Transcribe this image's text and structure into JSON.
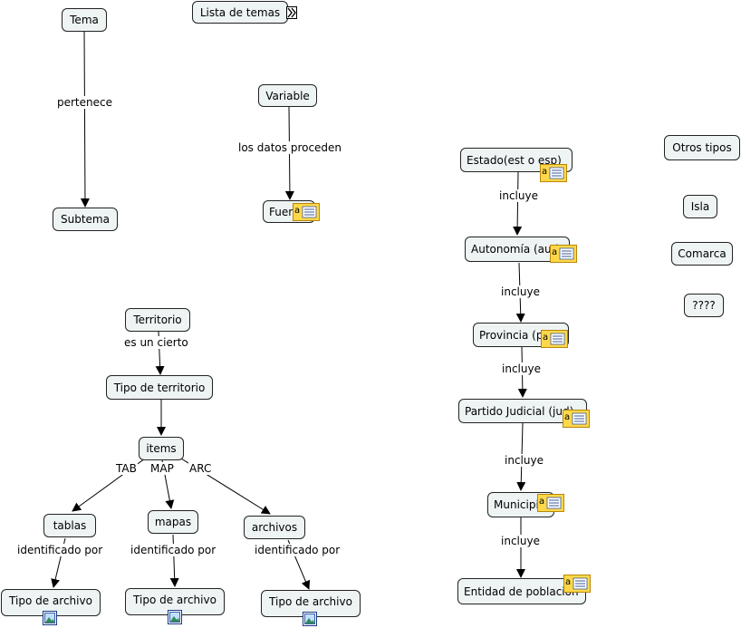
{
  "nodes": {
    "tema": "Tema",
    "lista_temas": "Lista de temas",
    "subtema": "Subtema",
    "variable": "Variable",
    "fuente": "Fuente",
    "estado": "Estado(est o esp)",
    "autonomia": "Autonomía (aut)",
    "provincia": "Provincia (pro)",
    "partido": "Partido Judicial (jud)",
    "municipio": "Municipio",
    "entidad": "Entidad de poblacion",
    "otros_tipos": "Otros tipos",
    "isla": "Isla",
    "comarca": "Comarca",
    "interrog": "????",
    "territorio": "Territorio",
    "tipo_territorio": "Tipo de territorio",
    "items": "items",
    "tablas": "tablas",
    "mapas": "mapas",
    "archivos": "archivos",
    "tipo_archivo_1": "Tipo de archivo",
    "tipo_archivo_2": "Tipo de archivo",
    "tipo_archivo_3": "Tipo de archivo"
  },
  "links": {
    "pertenece": "pertenece",
    "datos_proceden": "los datos proceden",
    "incluye_1": "incluye",
    "incluye_2": "incluye",
    "incluye_3": "incluye",
    "incluye_4": "incluye",
    "incluye_5": "incluye",
    "es_un_cierto": "es un cierto",
    "tab": "TAB",
    "map": "MAP",
    "arc": "ARC",
    "identificado_1": "identificado por",
    "identificado_2": "identificado por",
    "identificado_3": "identificado por"
  },
  "icons": {
    "note": "note-icon",
    "image": "image-icon",
    "expand": "expand-icon"
  },
  "colors": {
    "node_fill": "#eef3f3",
    "note_fill": "#ffd84a"
  }
}
